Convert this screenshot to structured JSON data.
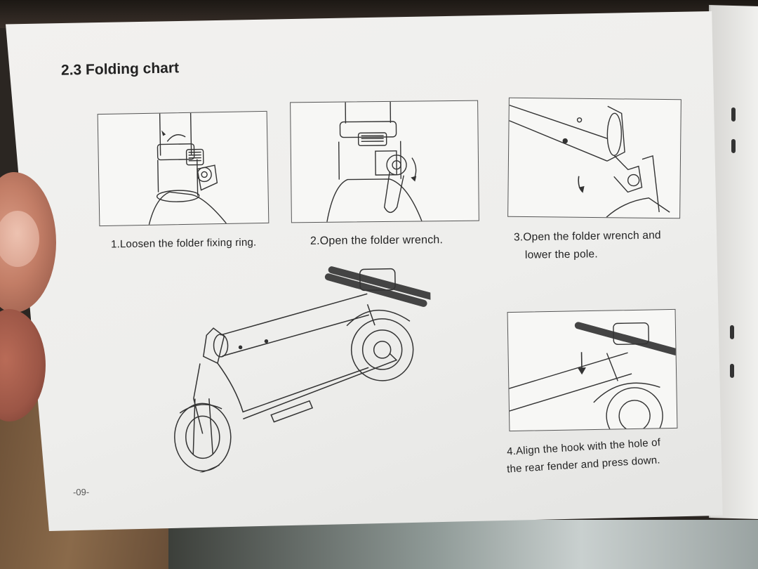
{
  "section_title": "2.3 Folding chart",
  "steps": [
    {
      "number": 1,
      "caption": "1.Loosen the folder fixing ring."
    },
    {
      "number": 2,
      "caption": "2.Open the folder wrench."
    },
    {
      "number": 3,
      "caption_line1": "3.Open the folder wrench and",
      "caption_line2": "lower the pole."
    },
    {
      "number": 4,
      "caption_line1": "4.Align the hook with the hole of",
      "caption_line2": "the rear fender and press down."
    }
  ],
  "page_number": "-09-"
}
